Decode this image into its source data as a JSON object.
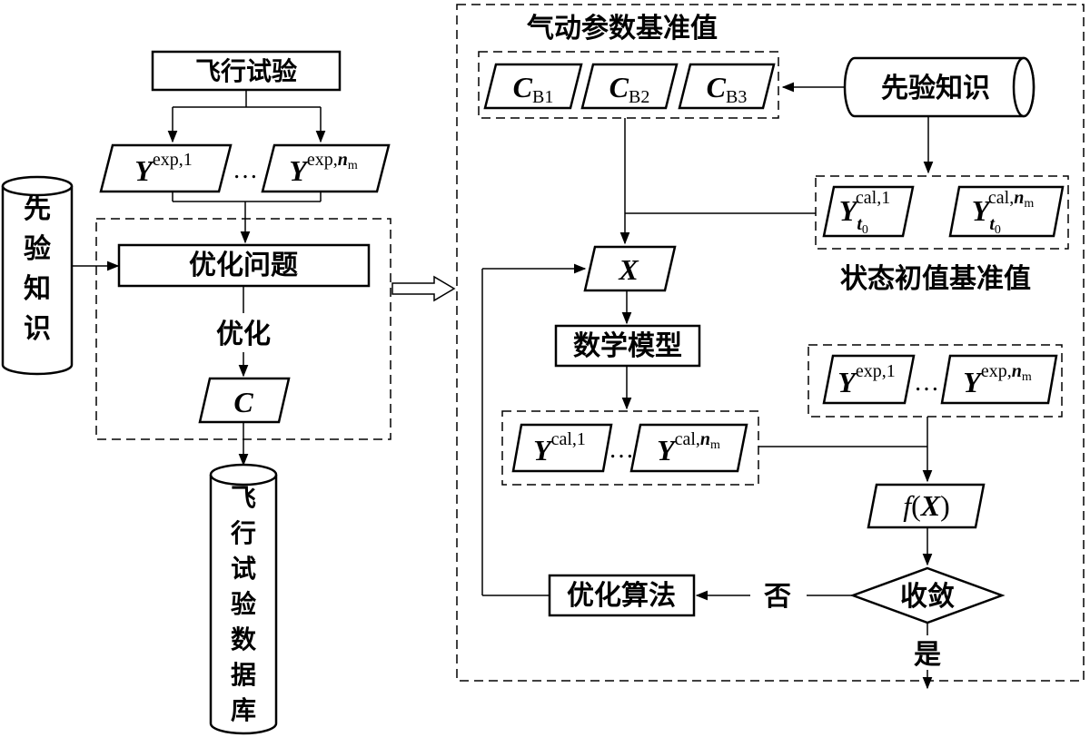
{
  "left": {
    "flight_test": "飞行试验",
    "y_exp_1": {
      "base": "Y",
      "sup": "exp,1"
    },
    "ellipsis": "…",
    "y_exp_n": {
      "base": "Y",
      "sup": "exp,",
      "sup_n": "n",
      "sup_sub": "m"
    },
    "prior_knowledge_vertical": [
      "先",
      "验",
      "知",
      "识"
    ],
    "optimization_problem": "优化问题",
    "optimize_label": "优化",
    "c_box": "C",
    "flight_db_vertical": [
      "飞",
      "行",
      "试",
      "验",
      "数",
      "据",
      "库"
    ]
  },
  "right": {
    "aero_baseline_title": "气动参数基准值",
    "cb1": {
      "base": "C",
      "sub": "B1"
    },
    "cb2": {
      "base": "C",
      "sub": "B2"
    },
    "cb3": {
      "base": "C",
      "sub": "B3"
    },
    "prior_knowledge": "先验知识",
    "yt0_1": {
      "base": "Y",
      "sup": "cal,1",
      "sub_t": "t",
      "sub_0": "0"
    },
    "yt0_n": {
      "base": "Y",
      "sup": "cal,",
      "sup_n": "n",
      "sup_sub": "m",
      "sub_t": "t",
      "sub_0": "0"
    },
    "state_init_title": "状态初值基准值",
    "x_box": "X",
    "math_model": "数学模型",
    "y_cal_1": {
      "base": "Y",
      "sup": "cal,1"
    },
    "y_cal_n": {
      "base": "Y",
      "sup": "cal,",
      "sup_n": "n",
      "sup_sub": "m"
    },
    "ellipsis": "…",
    "y_exp_1": {
      "base": "Y",
      "sup": "exp,1"
    },
    "y_exp_n": {
      "base": "Y",
      "sup": "exp,",
      "sup_n": "n",
      "sup_sub": "m"
    },
    "fx_f": "f",
    "fx_open": "(",
    "fx_x": "X",
    "fx_close": ")",
    "converge": "收敛",
    "no_label": "否",
    "yes_label": "是",
    "opt_algorithm": "优化算法"
  }
}
